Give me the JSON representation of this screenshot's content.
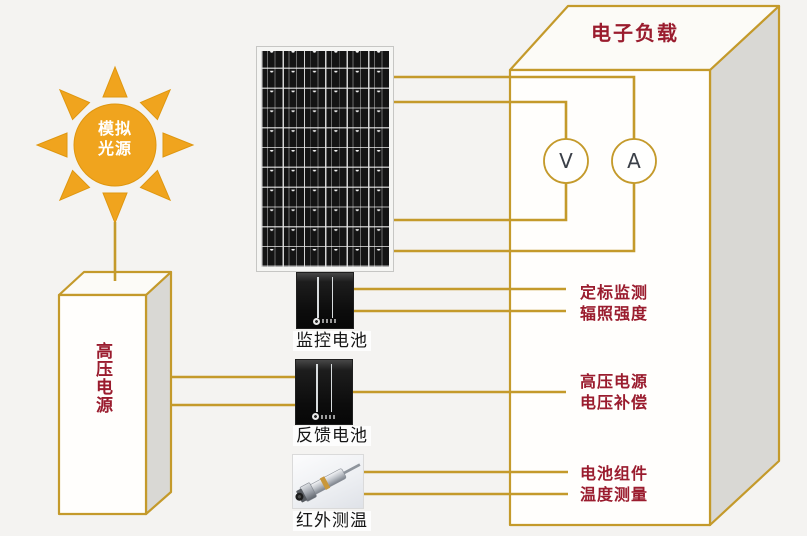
{
  "scene": {
    "light_source": {
      "line1": "模拟",
      "line2": "光源"
    },
    "hv_supply": {
      "label": "高压电源"
    },
    "electronic_load": {
      "label": "电子负载"
    },
    "voltmeter": {
      "label": "V"
    },
    "ammeter": {
      "label": "A"
    },
    "monitor_cell": {
      "caption": "监控电池"
    },
    "feedback_cell": {
      "caption": "反馈电池"
    },
    "ir_thermometer": {
      "caption": "红外测温"
    },
    "annotations": [
      {
        "line1": "定标监测",
        "line2": "辐照强度"
      },
      {
        "line1": "高压电源",
        "line2": "电压补偿"
      },
      {
        "line1": "电池组件",
        "line2": "温度测量"
      }
    ],
    "colors": {
      "wire": "#c49a2b",
      "sun": "#f0a41e",
      "accent_red": "#9a1c2e"
    }
  }
}
